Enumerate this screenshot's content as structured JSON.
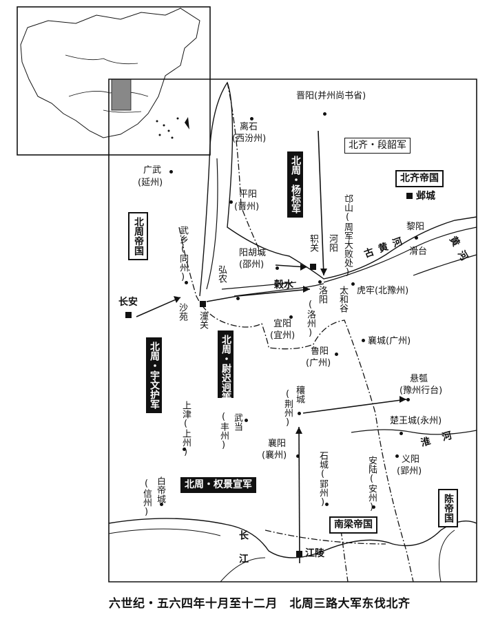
{
  "caption": "六世纪・五六四年十月至十二月　北周三路大军东伐北齐",
  "places": {
    "jinyang": "晋阳(并州尚书省)",
    "lishi": "离石",
    "lishi_sub": "(西汾州)",
    "guangwu": "广武",
    "guangwu_sub": "(延州)",
    "pingyang": "平阳",
    "pingyang_sub": "(晋州)",
    "yanghucheng": "阳胡城",
    "yanghucheng_sub": "(邵州)",
    "wuxiang": "武乡(同州)",
    "hongnong": "弘农",
    "shayuan": "沙苑",
    "tongguan": "潼关",
    "changan": "长安",
    "zhiguan": "轵关",
    "heyang": "河阳",
    "mangshan": "邙山(周军大败处)",
    "luoyang": "洛阳",
    "luoyang_sub": "(洛州)",
    "taihegu": "太和谷",
    "hulao": "虎牢(北豫州)",
    "liyang": "黎阳",
    "huatai": "滑台",
    "yecheng": "邺城",
    "yiyang": "宜阳",
    "yiyang_sub": "(宜州)",
    "xiangcheng": "襄城(广州)",
    "luyang": "鲁阳",
    "luyang_sub": "(广州)",
    "rangcheng": "穰城",
    "rangcheng_sub": "(荆州)",
    "xuanhu": "悬瓠",
    "xuanhu_sub": "(豫州行台)",
    "chuwangcheng": "楚王城(永州)",
    "yiyang2": "义阳",
    "yiyang2_sub": "(郢州)",
    "shangjin": "上津(上州)",
    "wudang": "武当",
    "wudang_sub": "(丰州)",
    "xiangyang": "襄阳",
    "xiangyang_sub": "(襄州)",
    "shicheng": "石城(郢州)",
    "anlu": "安陆(安州)",
    "baidicheng": "白帝城",
    "baidicheng_sub": "(信州)",
    "jiangling": "江陵"
  },
  "rivers": {
    "guhuanghe": "古黄河",
    "huanghe": "黄河",
    "gushui": "榖水",
    "huaihe": "淮河",
    "changjiang": "长江"
  },
  "states": {
    "beiqi": "北齐帝国",
    "beizhou": "北周帝国",
    "nanliang": "南梁帝国",
    "chen": "陈帝国"
  },
  "armies": {
    "duan_shao": "北齐・段韶军",
    "yang_biao": "北周・杨标军",
    "weichi": "北周・尉迟迥等军",
    "yuwen_hu": "北周・宇文护军",
    "quan_jingxuan": "北周・权景宣军"
  }
}
